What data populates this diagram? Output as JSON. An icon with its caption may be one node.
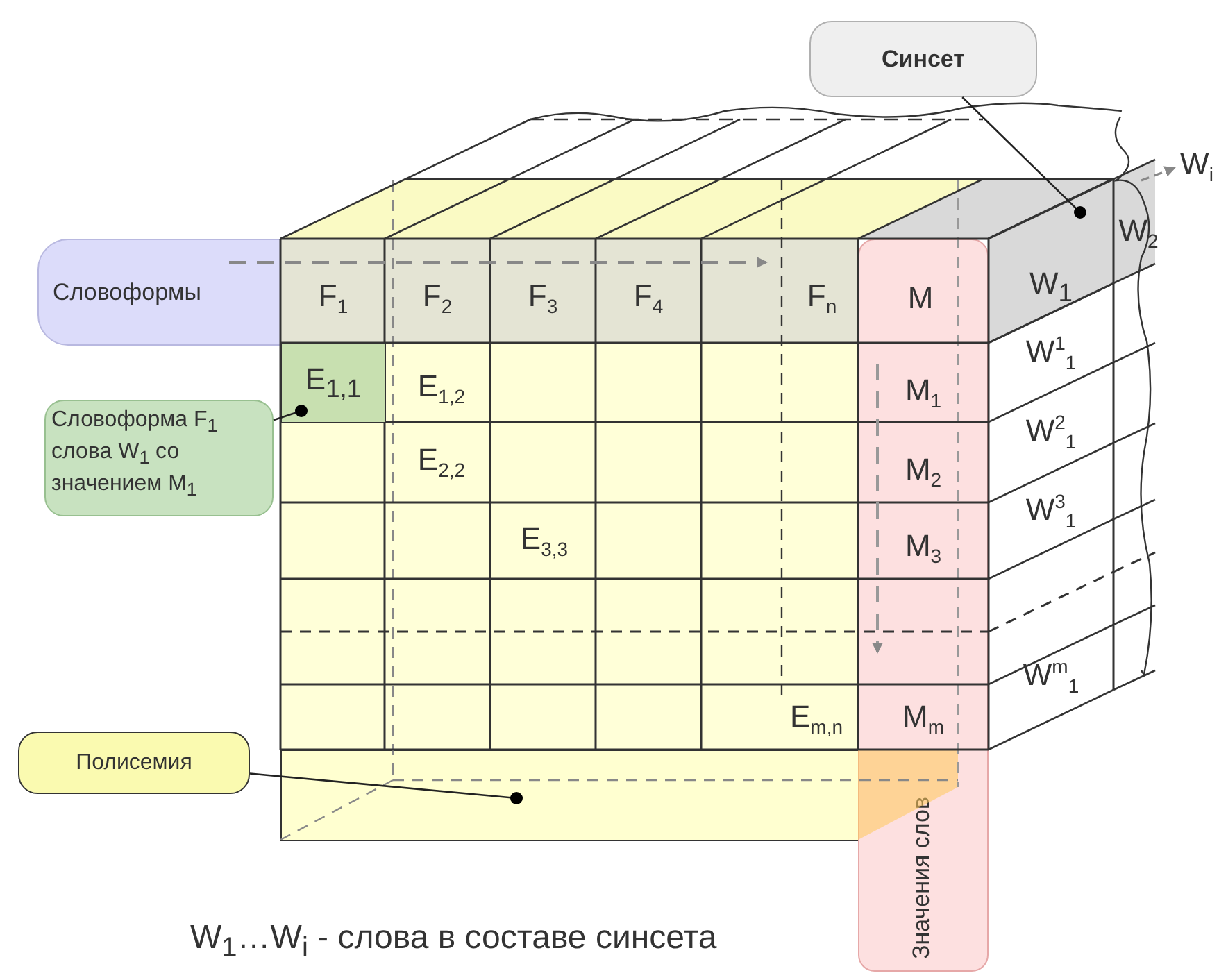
{
  "diagram": {
    "caption": "W$_{1}$…W$_{i}$ - слова в составе синсета",
    "nodes": [
      {
        "text": [
          "Синсет"
        ]
      },
      {
        "text": [
          "Словоформы"
        ]
      },
      {
        "text": [
          "W$_{1}$"
        ]
      },
      {
        "text": [
          "E$_{1,1}$"
        ]
      },
      {
        "text": [
          "Словоформа F$_{1}$ слова W$_{1}$ со значением M$_{1}$"
        ]
      },
      {
        "text": [
          "Полисемия"
        ]
      },
      {
        "text": [],
        "shape": "box"
      },
      {
        "text": [
          "Значения слов"
        ]
      }
    ],
    "edges": [
      {
        "from": 0,
        "to": 2,
        "arrow": "other"
      },
      {
        "from": 4,
        "to": 3,
        "arrow": "other"
      },
      {
        "from": 5,
        "to": 6,
        "arrow": "other"
      }
    ],
    "labels": [
      "W$_{i}$",
      "W$_{2}$",
      "F$_{1}$",
      "F$_{2}$",
      "F$_{3}$",
      "F$_{4}$",
      "F$_{n}$",
      "M",
      "E$_{1,2}$",
      "M$_{1}$",
      "W$^{1}$$_{1}$",
      "E$_{2,2}$",
      "M$_{2}$",
      "W$^{2}$$_{1}$",
      "E$_{3,3}$",
      "M$_{3}$",
      "W$^{3}$$_{1}$",
      "E$_{m,n}$",
      "M$_{m}$",
      "W$^{m}$$_{1}$"
    ]
  }
}
